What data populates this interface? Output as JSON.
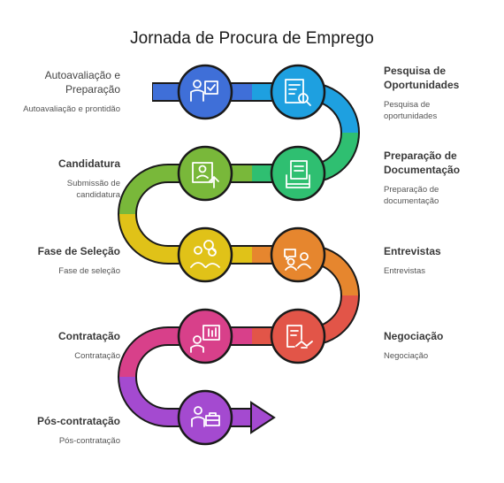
{
  "title": "Jornada de Procura de Emprego",
  "steps": [
    {
      "heading": "Autoavaliação e Preparação",
      "desc": "Autoavaliação e prontidão",
      "color": "#3f6fd8",
      "icon": "person-checklist-icon"
    },
    {
      "heading": "Pesquisa de Oportunidades",
      "desc": "Pesquisa de oportunidades",
      "color": "#1ea0e0",
      "icon": "document-search-icon"
    },
    {
      "heading": "Preparação de Documentação",
      "desc": "Preparação de documentação",
      "color": "#2fbf71",
      "icon": "document-stack-icon"
    },
    {
      "heading": "Candidatura",
      "desc": "Submissão de candidatura",
      "color": "#79b83a",
      "icon": "person-upload-icon"
    },
    {
      "heading": "Fase de Seleção",
      "desc": "Fase de seleção",
      "color": "#e0c218",
      "icon": "people-search-icon"
    },
    {
      "heading": "Entrevistas",
      "desc": "Entrevistas",
      "color": "#e6862e",
      "icon": "interview-icon"
    },
    {
      "heading": "Negociação",
      "desc": "Negociação",
      "color": "#e25548",
      "icon": "handshake-contract-icon"
    },
    {
      "heading": "Contratação",
      "desc": "Contratação",
      "color": "#d8408a",
      "icon": "hiring-board-icon"
    },
    {
      "heading": "Pós-contratação",
      "desc": "Pós-contratação",
      "color": "#a44ad0",
      "icon": "person-briefcase-icon"
    }
  ]
}
